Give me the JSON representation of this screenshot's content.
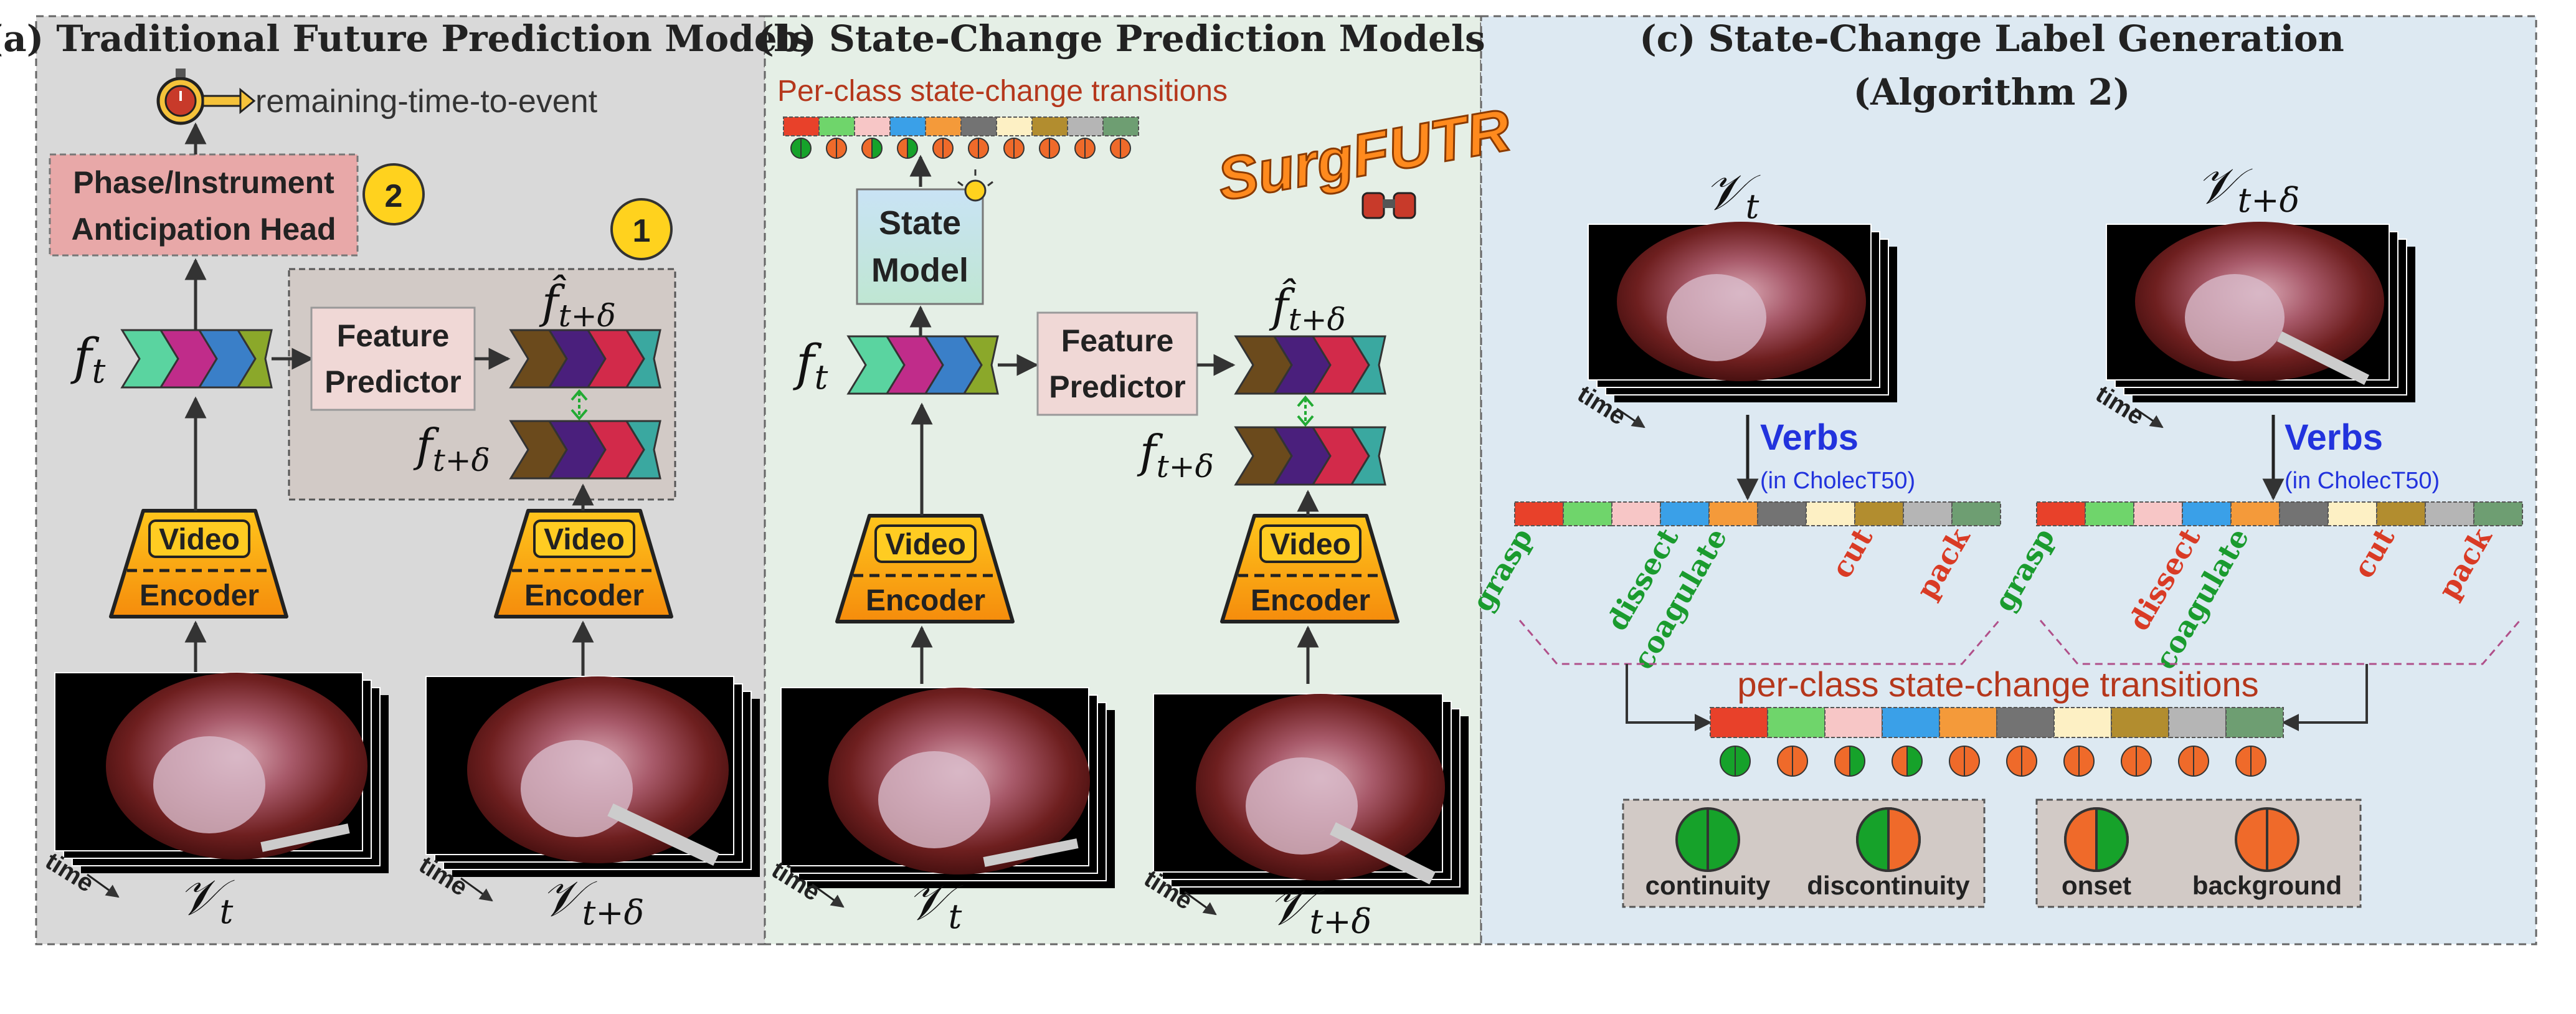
{
  "panels": {
    "a": {
      "title": "(a) Traditional Future Prediction Models",
      "remaining_label": "remaining-time-to-event",
      "head_line1": "Phase/Instrument",
      "head_line2": "Anticipation Head",
      "badge1": "1",
      "badge2": "2",
      "predictor_line1": "Feature",
      "predictor_line2": "Predictor",
      "encoder_top": "Video",
      "encoder_bottom": "Encoder",
      "time_label": "time"
    },
    "b": {
      "title": "(b) State-Change Prediction Models",
      "transitions_label": "Per-class state-change transitions",
      "state_line1": "State",
      "state_line2": "Model",
      "logo": "SurgFUTR",
      "predictor_line1": "Feature",
      "predictor_line2": "Predictor",
      "encoder_top": "Video",
      "encoder_bottom": "Encoder",
      "time_label": "time"
    },
    "c": {
      "title_line1": "(c) State-Change Label Generation",
      "title_line2": "(Algorithm 2)",
      "verbs_label": "Verbs",
      "verbs_sub": "(in CholecT50)",
      "verb_names": [
        "grasp",
        "dissect",
        "coagulate",
        "cut",
        "pack"
      ],
      "transitions_label": "per-class state-change transitions",
      "legend": [
        "continuity",
        "discontinuity",
        "onset",
        "background"
      ],
      "time_label": "time"
    }
  },
  "colors": {
    "panel_a_bg": "#d9d9d9",
    "panel_b_bg": "#e5efe6",
    "panel_c_bg": "#dde9f2",
    "verb_strip": [
      "#e8412a",
      "#6fd56b",
      "#f7c6c6",
      "#3aa0e8",
      "#f49a3a",
      "#737373",
      "#fdf0c4",
      "#b28d2f",
      "#b5b5b5",
      "#6e9e72"
    ],
    "green": "#16a22a",
    "orange": "#ef6a2a",
    "verb_green": "#1a9b2e",
    "verb_red": "#d93b25",
    "verbs_blue": "#2233dd",
    "transition_red": "#b5371c"
  }
}
